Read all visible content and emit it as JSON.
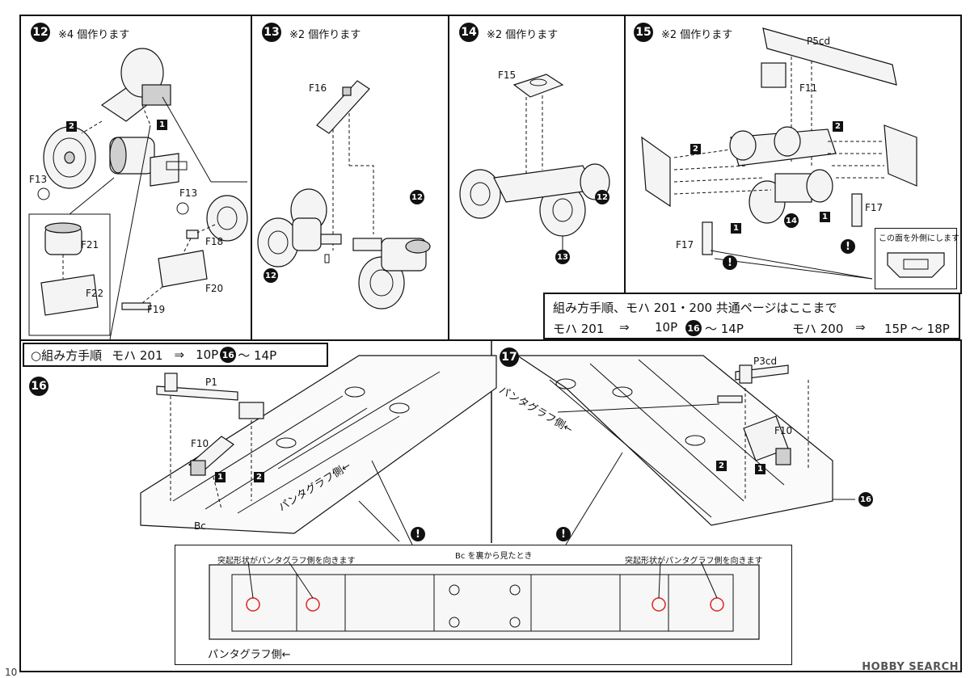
{
  "steps": {
    "s12": {
      "num": "12",
      "note": "※4 個作ります",
      "parts": [
        "F13",
        "F13",
        "F18",
        "F19",
        "F20",
        "F21",
        "F22"
      ],
      "callouts": [
        "2",
        "1"
      ]
    },
    "s13": {
      "num": "13",
      "note": "※2 個作ります",
      "parts": [
        "F16"
      ],
      "refs": [
        "12",
        "12",
        "13"
      ]
    },
    "s14": {
      "num": "14",
      "note": "※2 個作ります",
      "parts": [
        "F15"
      ]
    },
    "s15": {
      "num": "15",
      "note": "※2 個作ります",
      "parts": [
        "P5cd",
        "F11",
        "F17",
        "F17"
      ],
      "callouts": [
        "2",
        "2",
        "1",
        "1"
      ],
      "ref": "14",
      "callout_text": "この面を外側にします"
    },
    "s16": {
      "num": "16",
      "parts": [
        "P1",
        "F10",
        "Bc"
      ],
      "callouts": [
        "1",
        "2"
      ],
      "side_label": "パンタグラフ側←"
    },
    "s17": {
      "num": "17",
      "parts": [
        "P3cd",
        "F10"
      ],
      "callouts": [
        "2",
        "1"
      ],
      "side_label": "パンタグラフ側←",
      "ref": "16"
    }
  },
  "summary": {
    "line1": "組み方手順、モハ 201・200 共通ページはここまで",
    "line2_a": "モハ 201",
    "arrow": "⇒",
    "line2_b": "10P",
    "line2_num": "16",
    "line2_c": "～ 14P",
    "line2_d": "モハ 200",
    "line2_e": "15P ～ 18P"
  },
  "order": {
    "prefix": "○組み方手順",
    "model": "モハ 201",
    "arrow": "⇒",
    "page_start": "10P",
    "num": "16",
    "page_end": "～ 14P"
  },
  "bottom": {
    "title": "Bc を裏から見たとき",
    "note_left": "突起形状がパンタグラフ側を向きます",
    "note_right": "突起形状がパンタグラフ側を向きます",
    "side_label": "パンタグラフ側←"
  },
  "warning_symbol": "!",
  "page_number": "10",
  "watermark": "HOBBY SEARCH"
}
